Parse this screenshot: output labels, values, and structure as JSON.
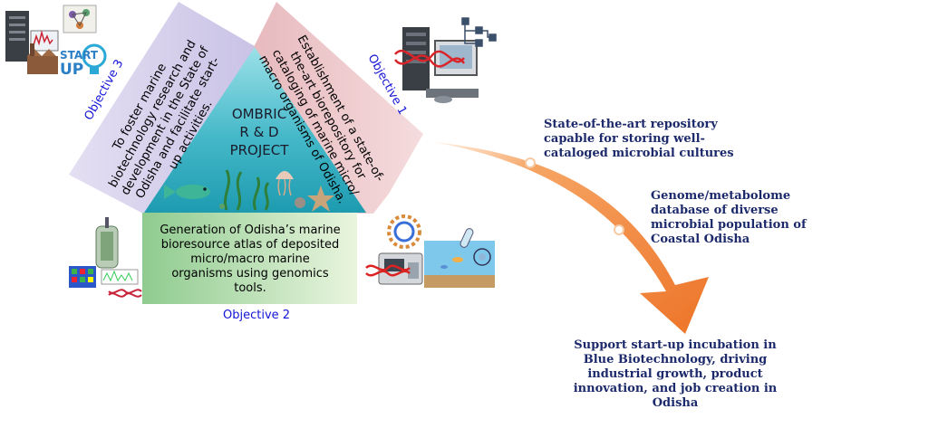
{
  "center": {
    "title_lines": [
      "OMBRIC",
      "R & D",
      "PROJECT"
    ]
  },
  "objectives": [
    {
      "label": "Objective 1",
      "lines": [
        "Establishment of a state-of-",
        "the-art biorepository for",
        "cataloging of marine micro/",
        "macro organisms of Odisha."
      ]
    },
    {
      "label": "Objective 2",
      "lines": [
        "Generation of Odisha’s marine",
        "bioresource atlas of deposited",
        "micro/macro marine",
        "organisms using genomics",
        "tools."
      ]
    },
    {
      "label": "Objective 3",
      "lines": [
        "To foster marine",
        "biotechnology research and",
        "development in the State of",
        "Odisha and facilitate start-",
        "up activities."
      ]
    }
  ],
  "outcomes": [
    {
      "lines": [
        "State-of-the-art repository",
        "capable for storing well-",
        "cataloged microbial  cultures"
      ]
    },
    {
      "lines": [
        "Genome/metabolome",
        "database of diverse",
        "microbial population of",
        "Coastal Odisha"
      ]
    },
    {
      "lines": [
        "Support start-up incubation in",
        "Blue Biotechnology, driving",
        "industrial growth, product",
        "innovation, and job creation in",
        "Odisha"
      ]
    }
  ],
  "icons": {
    "startup_text_1": "START",
    "startup_text_2": "UP"
  },
  "colors": {
    "objective_label": "#1414d6",
    "outcome_text": "#1c2a6b",
    "arrow": "#ee7a2f",
    "panel_objective1": "#eec9cd",
    "panel_objective2": "#d4ecc8",
    "panel_objective3": "#d9d3ec",
    "triangle": "#4fc2cf"
  }
}
